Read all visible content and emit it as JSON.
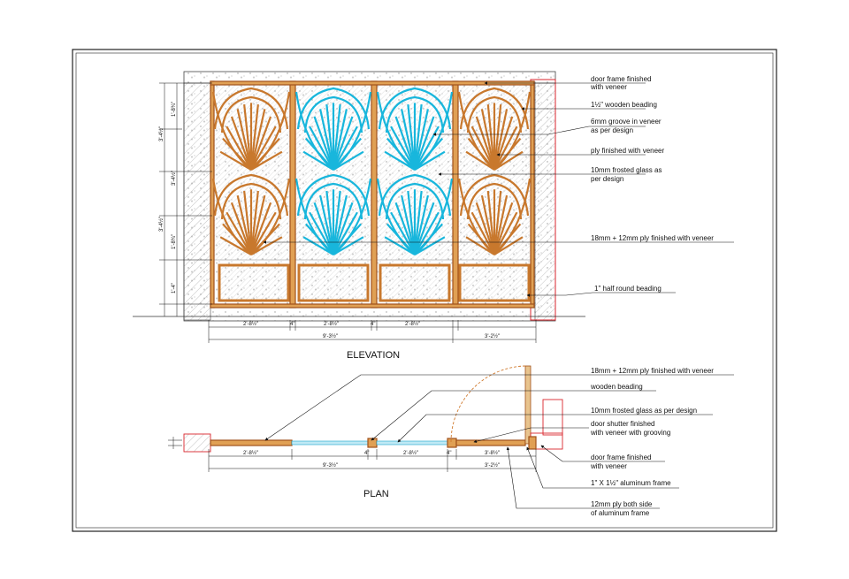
{
  "elevation": {
    "title": "ELEVATION",
    "notes": [
      "door frame finished",
      "with veneer",
      "1½\" wooden beading",
      "6mm groove in veneer",
      "as per design",
      "ply finished with veneer",
      "10mm frosted glass as",
      "per design",
      "18mm + 12mm ply finished with veneer",
      "1\" half round beading"
    ],
    "dims_bottom": [
      "2'-8½\"",
      "4\"",
      "2'-8½\"",
      "4\"",
      "2'-8½\"",
      "9'-3½\"",
      "3'-2½\""
    ],
    "dims_side": [
      "3'-4½\"",
      "1'-8¾\"",
      "3'-4½\"",
      "3'-4½\"",
      "1'-8¾\"",
      "1'-4\""
    ]
  },
  "plan": {
    "title": "PLAN",
    "notes": [
      "18mm + 12mm ply finished with veneer",
      "wooden beading",
      "10mm frosted glass as per design",
      "door shutter finished",
      "with veneer with grooving",
      "door frame finished",
      "with veneer",
      "1\" X 1½\" aluminum frame",
      "12mm ply both side",
      "of aluminum frame"
    ],
    "dims_bottom": [
      "2'-8½\"",
      "4\"",
      "2'-8½\"",
      "4\"",
      "3'-8½\"",
      "9'-3½\"",
      "3'-2½\""
    ]
  },
  "colors": {
    "wood": "#e0a054",
    "wood_line": "#c8782d",
    "glass_line": "#18b6dc",
    "frame_red": "#d9262c"
  }
}
